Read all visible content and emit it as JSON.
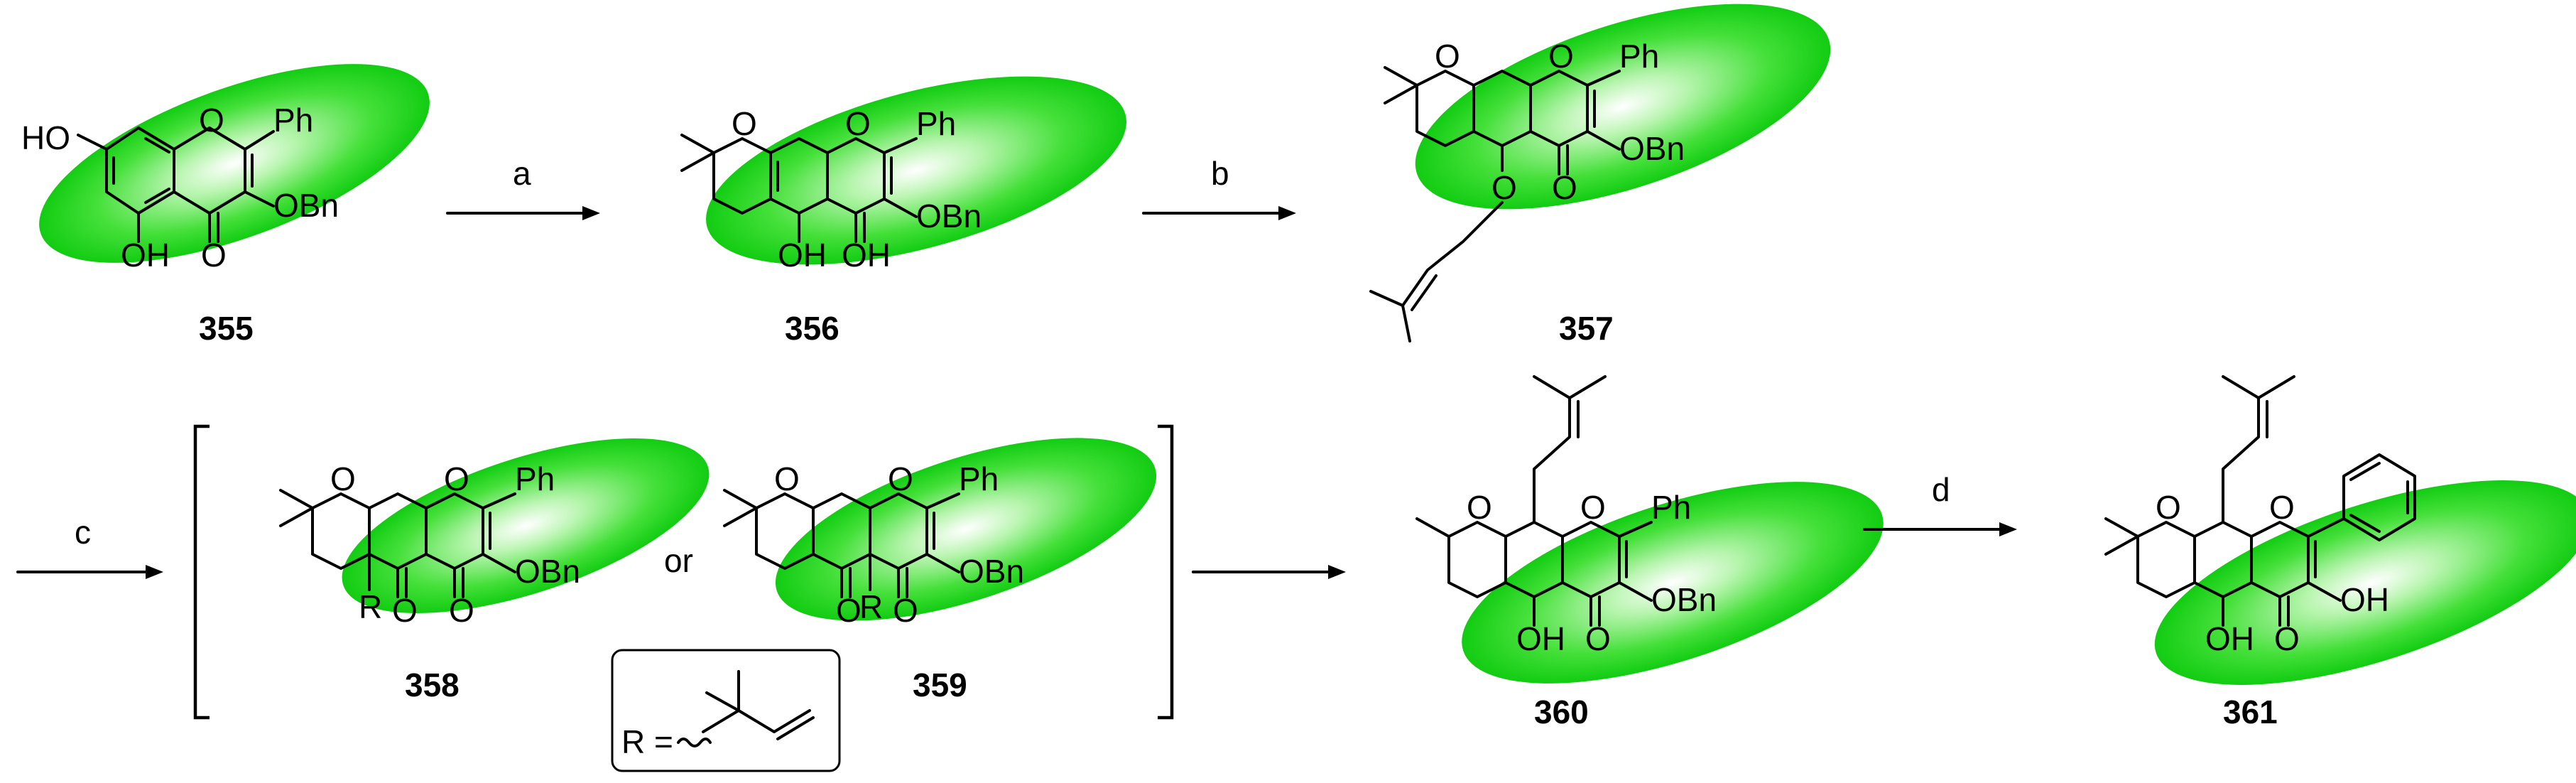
{
  "compounds": {
    "c355": {
      "id": "355",
      "atoms": {
        "ho": "HO",
        "o_ring": "O",
        "ph": "Ph",
        "obn": "OBn",
        "oh": "OH",
        "o_keto": "O"
      }
    },
    "c356": {
      "id": "356",
      "atoms": {
        "o_pyran": "O",
        "o_ring": "O",
        "ph": "Ph",
        "obn": "OBn",
        "oh5": "OH",
        "oh4": "OH"
      }
    },
    "c357": {
      "id": "357",
      "atoms": {
        "o_pyran": "O",
        "o_ring": "O",
        "ph": "Ph",
        "obn": "OBn",
        "o_keto": "O",
        "o_ether": "O"
      }
    },
    "c358": {
      "id": "358",
      "atoms": {
        "o_pyran": "O",
        "o_ring": "O",
        "ph": "Ph",
        "obn": "OBn",
        "r": "R",
        "o1": "O",
        "o2": "O"
      }
    },
    "c359": {
      "id": "359",
      "atoms": {
        "o_pyran": "O",
        "o_ring": "O",
        "ph": "Ph",
        "obn": "OBn",
        "r": "R",
        "o1": "O",
        "o2": "O"
      }
    },
    "c360": {
      "id": "360",
      "atoms": {
        "o_pyran": "O",
        "o_ring": "O",
        "ph": "Ph",
        "obn": "OBn",
        "oh": "OH",
        "o_keto": "O"
      }
    },
    "c361": {
      "id": "361",
      "atoms": {
        "o_pyran": "O",
        "o_ring": "O",
        "oh": "OH",
        "o_keto": "O",
        "oh3": "OH"
      }
    }
  },
  "steps": {
    "a": "a",
    "b": "b",
    "c": "c",
    "d": "d"
  },
  "or_text": "or",
  "r_definition": "R =",
  "highlight_color": "#22dd22"
}
